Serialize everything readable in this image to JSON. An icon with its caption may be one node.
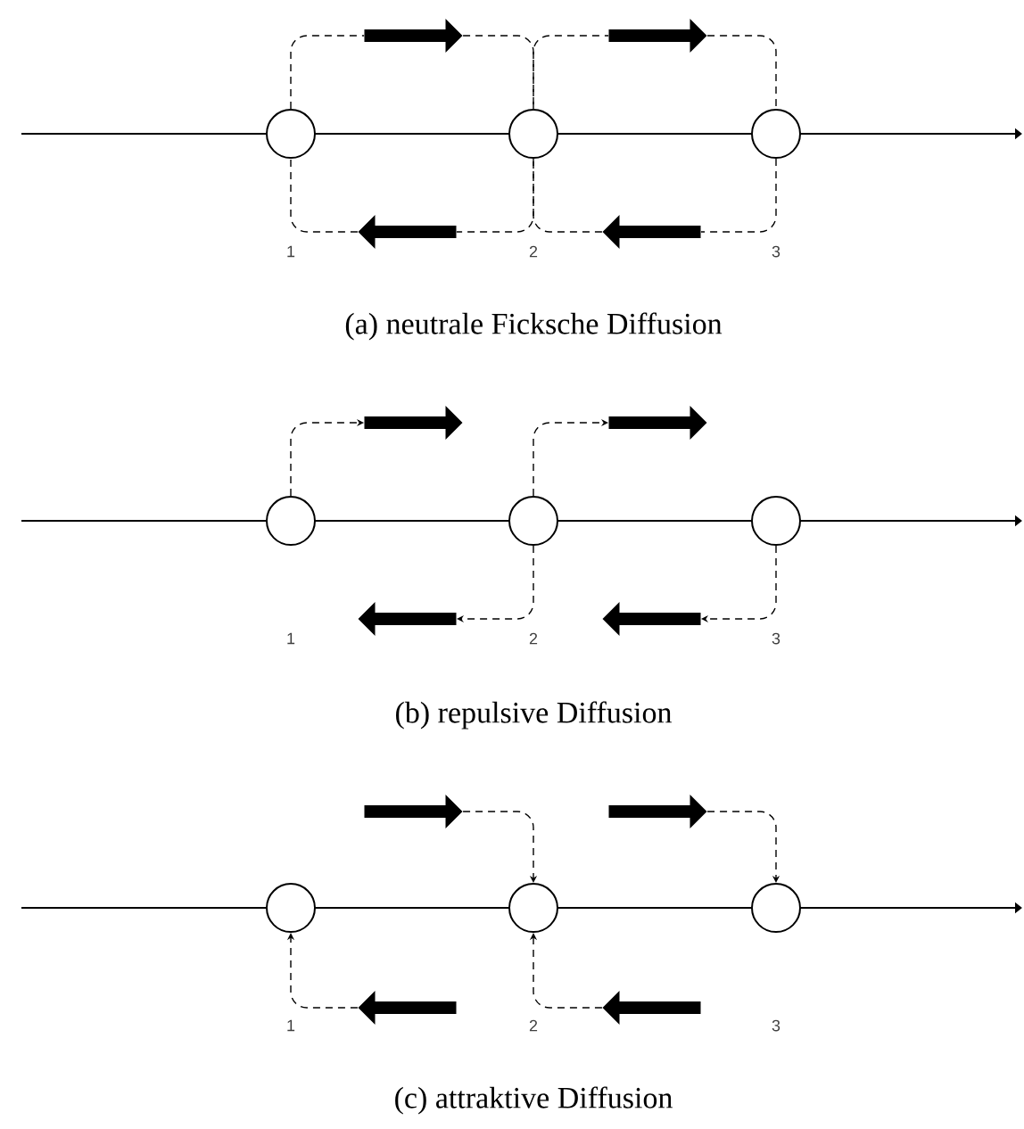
{
  "diagram": {
    "nodes": [
      {
        "text": [],
        "shape": "arrow"
      },
      {
        "text": [],
        "shape": "arrow"
      },
      {
        "text": [],
        "shape": "circle"
      },
      {
        "text": [],
        "shape": "circle"
      },
      {
        "text": [],
        "shape": "circle"
      },
      {
        "text": [],
        "shape": "arrow"
      },
      {
        "text": [],
        "shape": "arrow"
      },
      {
        "text": [],
        "shape": "arrow"
      },
      {
        "text": [],
        "shape": "arrow"
      },
      {
        "text": [],
        "shape": "circle"
      },
      {
        "text": [],
        "shape": "circle"
      },
      {
        "text": [],
        "shape": "circle"
      },
      {
        "text": [],
        "shape": "arrow"
      },
      {
        "text": [],
        "shape": "arrow"
      },
      {
        "text": [],
        "shape": "arrow"
      },
      {
        "text": [],
        "shape": "arrow"
      },
      {
        "text": [],
        "shape": "circle"
      },
      {
        "text": [],
        "shape": "circle"
      },
      {
        "text": [],
        "shape": "circle"
      },
      {
        "text": [],
        "shape": "arrow"
      },
      {
        "text": [],
        "shape": "arrow"
      }
    ],
    "edges": [
      {
        "from": 2,
        "to": 0,
        "arrow": "none",
        "style": "dashed"
      },
      {
        "from": 0,
        "to": 3,
        "arrow": "none",
        "style": "dashed"
      },
      {
        "from": 3,
        "to": 1,
        "arrow": "none",
        "style": "dashed"
      },
      {
        "from": 1,
        "to": 4,
        "arrow": "none",
        "style": "dashed"
      },
      {
        "from": 4,
        "to": 6,
        "arrow": "none",
        "style": "dashed"
      },
      {
        "from": 6,
        "to": 3,
        "arrow": "none",
        "style": "dashed"
      },
      {
        "from": 3,
        "to": 5,
        "arrow": "none",
        "style": "dashed"
      },
      {
        "from": 5,
        "to": 2,
        "arrow": "none",
        "style": "dashed"
      },
      {
        "from": 9,
        "to": 7,
        "arrow": "to",
        "style": "dashed"
      },
      {
        "from": 10,
        "to": 8,
        "arrow": "to",
        "style": "dashed"
      },
      {
        "from": 10,
        "to": 12,
        "arrow": "to",
        "style": "dashed"
      },
      {
        "from": 11,
        "to": 13,
        "arrow": "to",
        "style": "dashed"
      },
      {
        "from": 14,
        "to": 17,
        "arrow": "to",
        "style": "dashed"
      },
      {
        "from": 15,
        "to": 18,
        "arrow": "to",
        "style": "dashed"
      },
      {
        "from": 19,
        "to": 16,
        "arrow": "to",
        "style": "dashed"
      },
      {
        "from": 20,
        "to": 17,
        "arrow": "to",
        "style": "dashed"
      }
    ],
    "labels": [
      "1",
      "2",
      "3",
      "(a) neutrale Ficksche Diffusion",
      "1",
      "2",
      "3",
      "(b) repulsive Diffusion",
      "1",
      "2",
      "3",
      "(c) attraktive Diffusion"
    ]
  }
}
